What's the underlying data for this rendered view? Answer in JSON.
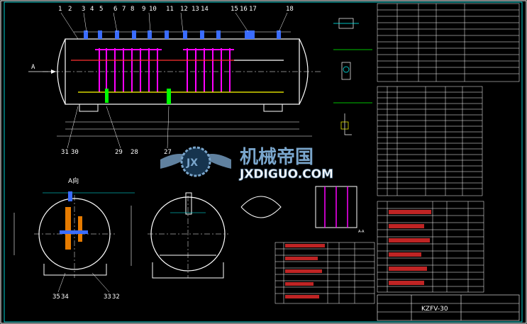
{
  "drawing": {
    "top_balloons": [
      "1",
      "2",
      "3",
      "4",
      "5",
      "6",
      "7",
      "8",
      "9",
      "10",
      "11",
      "12",
      "13",
      "14",
      "15",
      "16",
      "17",
      "18"
    ],
    "bottom_left_balloons": [
      "31",
      "30"
    ],
    "bottom_mid_balloons": [
      "29",
      "28"
    ],
    "bottom_right_balloons": [
      "27"
    ],
    "section_bottom_balloons": [
      "35",
      "34",
      "33",
      "32"
    ],
    "view_marker": "A",
    "view_title": "A向",
    "model": "KZFV-30",
    "detail_title": "A-A"
  },
  "watermark": {
    "cn": "机械帝国",
    "en": "JXDIGUO.COM",
    "logo": "JX"
  },
  "colors": {
    "bg": "#000000",
    "line": "#ffffff",
    "accent": "#ff00ff",
    "cyan": "#00ffff",
    "red": "#ff3030",
    "green": "#00ff00",
    "yellow": "#ffff00",
    "blue": "#3a6cff"
  }
}
